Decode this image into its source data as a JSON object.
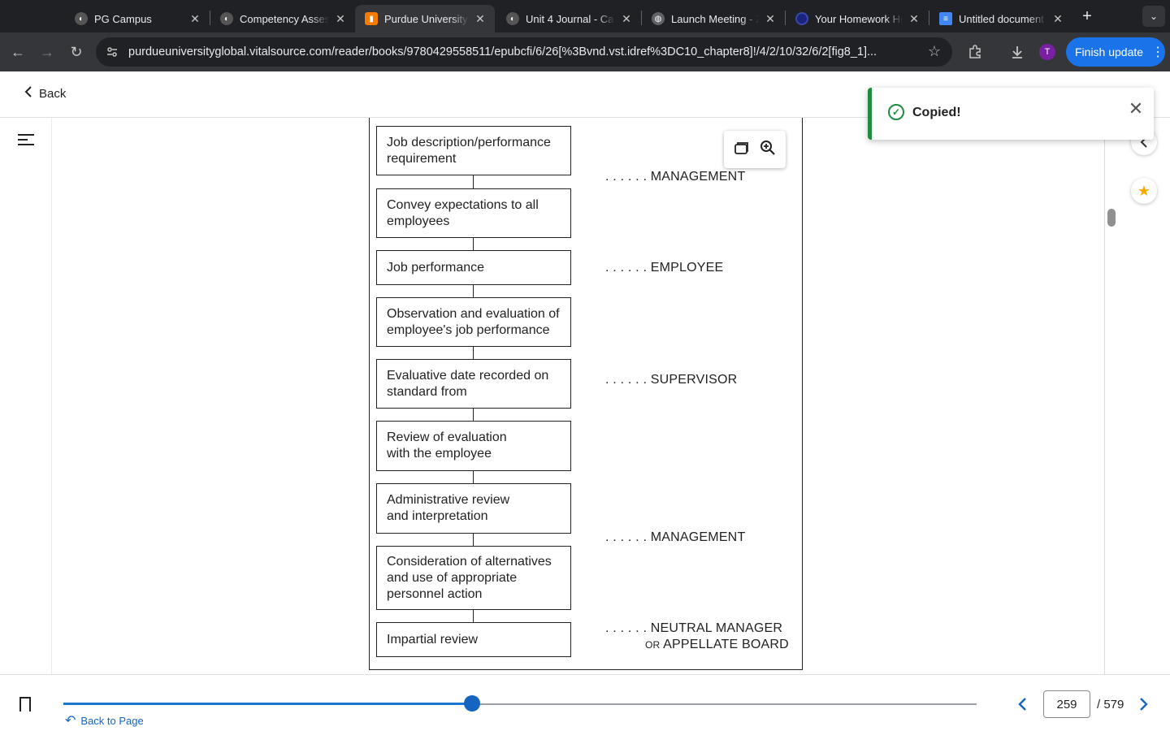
{
  "browser": {
    "tabs": [
      {
        "title": "PG Campus",
        "icon": "pg-campus-favicon",
        "active": false
      },
      {
        "title": "Competency Asses",
        "icon": "pg-campus-favicon",
        "active": false
      },
      {
        "title": "Purdue University G",
        "icon": "vitalsource-favicon",
        "active": true
      },
      {
        "title": "Unit 4 Journal - Ca",
        "icon": "pg-campus-favicon",
        "active": false
      },
      {
        "title": "Launch Meeting - Z",
        "icon": "globe-icon",
        "active": false
      },
      {
        "title": "Your Homework He",
        "icon": "homework-favicon",
        "active": false
      },
      {
        "title": "Untitled document",
        "icon": "google-docs-icon",
        "active": false
      }
    ],
    "url": "purdueuniversityglobal.vitalsource.com/reader/books/9780429558511/epubcfi/6/26[%3Bvnd.vst.idref%3DC10_chapter8]!/4/2/10/32/6/2[fig8_1]...",
    "avatar_initial": "T",
    "finish_update_label": "Finish update",
    "accent_color": "#1a73e8"
  },
  "header": {
    "back_label": "Back"
  },
  "toast": {
    "message": "Copied!",
    "color": "#1e8e3e"
  },
  "figure": {
    "boxes": [
      "Job description/performance requirement",
      "Convey expectations to all employees",
      "Job performance",
      "Observation and evaluation of employee's job performance",
      "Evaluative date recorded on standard from",
      "Review of evaluation with the employee",
      "Administrative review and interpretation",
      "Consideration of alternatives and use of appropriate personnel action",
      "Impartial review"
    ],
    "labels": {
      "management_1": ". . . . . . MANAGEMENT",
      "employee": ". . . . . . EMPLOYEE",
      "supervisor": ". . . . . . SUPERVISOR",
      "management_2": ". . . . . . MANAGEMENT",
      "neutral_line1": ". . . . . . NEUTRAL MANAGER",
      "neutral_or": "OR",
      "neutral_line2": "APPELLATE BOARD"
    }
  },
  "footer": {
    "back_to_page_label": "Back to Page",
    "current_page": "259",
    "total_pages": "/ 579",
    "progress_fraction": 0.4474
  }
}
